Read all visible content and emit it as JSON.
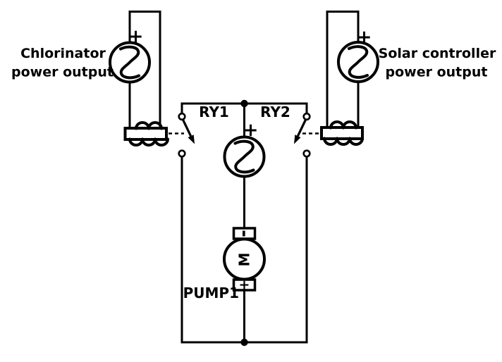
{
  "diagram": {
    "type": "relay-pump-circuit-schematic",
    "background_color": "#ffffff",
    "line_color": "#000000",
    "sources": {
      "chlorinator": {
        "label_line1": "Chlorinator",
        "label_line2": "power output",
        "polarity": "+"
      },
      "solar": {
        "label_line1": "Solar controller",
        "label_line2": "power output",
        "polarity": "+"
      },
      "pump_supply": {
        "polarity": "+"
      }
    },
    "relays": {
      "ry1": {
        "label": "RY1"
      },
      "ry2": {
        "label": "RY2"
      }
    },
    "pump": {
      "label": "PUMP1",
      "motor_letter": "M",
      "terminal_top_polarity": "-",
      "terminal_bottom_polarity": "+"
    }
  }
}
